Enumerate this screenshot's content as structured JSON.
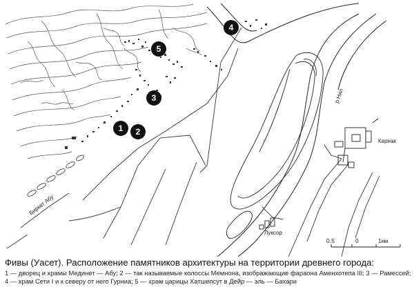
{
  "map": {
    "labels": {
      "karnak": "Карнак",
      "luxor": "Луксор",
      "birket_abu": "Биркат Абу",
      "nile": "р.Нил"
    },
    "markers": [
      "1",
      "2",
      "3",
      "4",
      "5"
    ],
    "scale": {
      "ticks": [
        "0.5",
        "0",
        "1км"
      ]
    }
  },
  "caption": {
    "title": "Фивы (Уасет). Расположение памятников архитектуры на территории древнего города:",
    "body": "1 — дворец и храмы Мединет — Абу; 2 — так называемые колоссы Мемнона, изображающие фараона Аменхотепа III; 3 — Рамессей; 4 — храм Сети I и к северу от него Гурниа; 5 — храм царицы Хатшепсут в Дейр — эль — Бахари"
  }
}
